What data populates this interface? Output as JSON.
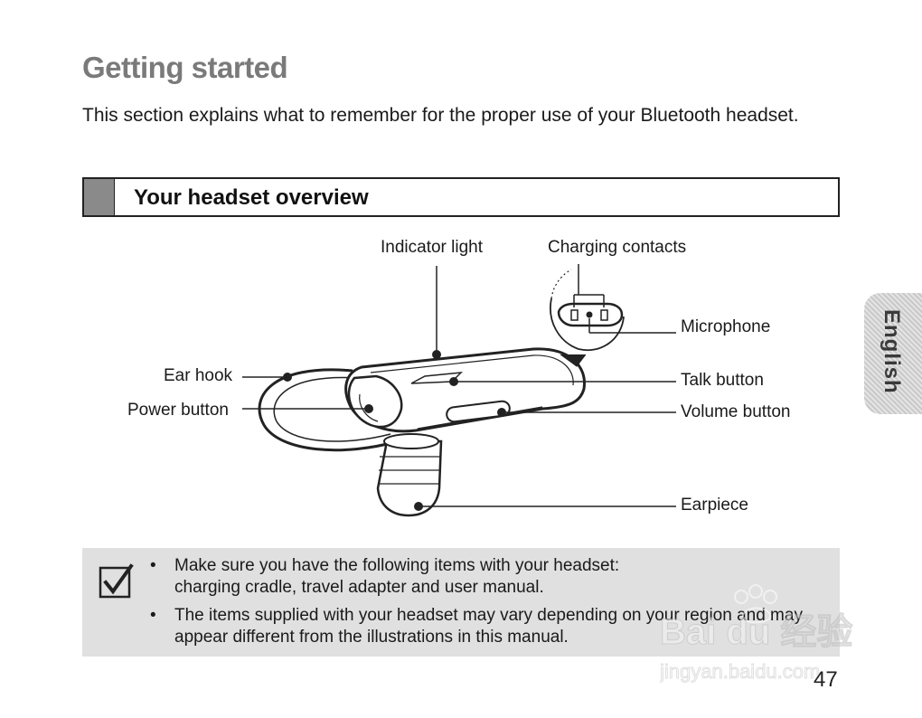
{
  "page": {
    "title": "Getting started",
    "intro": "This section explains what to remember for the proper use of your Bluetooth headset.",
    "section_heading": "Your headset overview",
    "language_tab": "English",
    "page_number": "47"
  },
  "diagram": {
    "labels": {
      "indicator_light": "Indicator light",
      "charging_contacts": "Charging contacts",
      "microphone": "Microphone",
      "ear_hook": "Ear hook",
      "talk_button": "Talk button",
      "power_button": "Power button",
      "volume_button": "Volume button",
      "earpiece": "Earpiece"
    }
  },
  "note": {
    "icon": "checkbox-icon",
    "bullet": "•",
    "items": [
      {
        "line1": "Make sure you have the following items with your headset:",
        "line2": "charging cradle, travel adapter and user manual."
      },
      {
        "line1": "The items supplied with your headset may vary depending on your region and may",
        "line2": "appear different from the illustrations in this manual."
      }
    ]
  },
  "watermark": {
    "brand": "Bai du 经验",
    "url": "jingyan.baidu.com"
  }
}
